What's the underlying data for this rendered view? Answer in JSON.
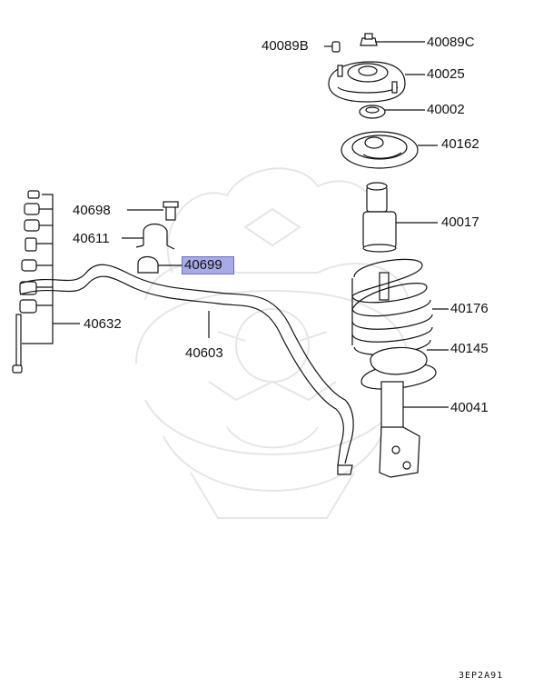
{
  "diagram": {
    "code": "3EP2A91",
    "parts": [
      {
        "id": "p40089B",
        "number": "40089B"
      },
      {
        "id": "p40089C",
        "number": "40089C"
      },
      {
        "id": "p40025",
        "number": "40025"
      },
      {
        "id": "p40002",
        "number": "40002"
      },
      {
        "id": "p40162",
        "number": "40162"
      },
      {
        "id": "p40017",
        "number": "40017"
      },
      {
        "id": "p40698",
        "number": "40698"
      },
      {
        "id": "p40611",
        "number": "40611"
      },
      {
        "id": "p40699",
        "number": "40699",
        "highlighted": true
      },
      {
        "id": "p40176",
        "number": "40176"
      },
      {
        "id": "p40632",
        "number": "40632"
      },
      {
        "id": "p40145",
        "number": "40145"
      },
      {
        "id": "p40603",
        "number": "40603"
      },
      {
        "id": "p40041",
        "number": "40041"
      }
    ],
    "colors": {
      "ink": "#111111",
      "highlight": "#a9a9e6",
      "watermark": "#e9e9e9"
    }
  }
}
